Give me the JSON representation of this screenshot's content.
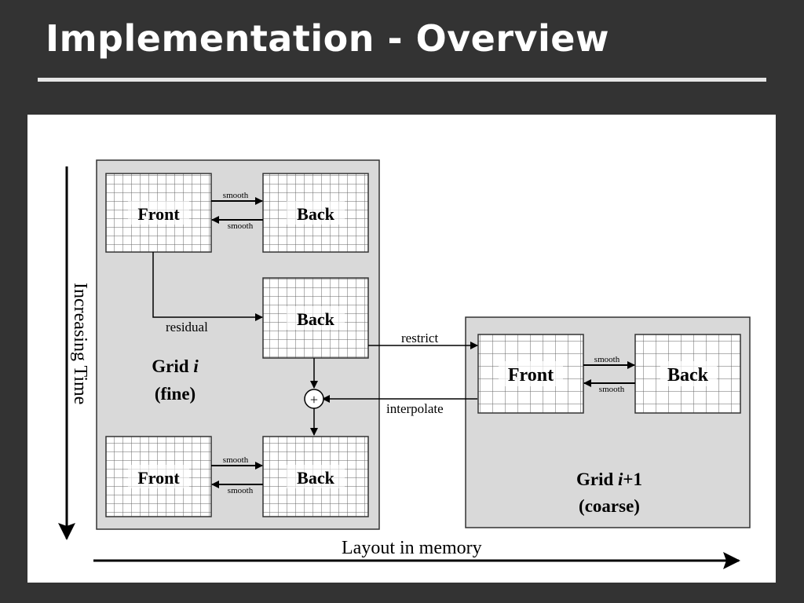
{
  "slide": {
    "title": "Implementation - Overview"
  },
  "diagram": {
    "fine_grid": {
      "label_name": "Grid ",
      "label_index": "i",
      "label_kind": "(fine)"
    },
    "coarse_grid": {
      "label_name": "Grid ",
      "label_index": "i",
      "label_suffix": "+1",
      "label_kind": "(coarse)"
    },
    "buffers": {
      "fine_top_front": "Front",
      "fine_top_back": "Back",
      "fine_mid_back": "Back",
      "fine_bottom_front": "Front",
      "fine_bottom_back": "Back",
      "coarse_front": "Front",
      "coarse_back": "Back"
    },
    "edges": {
      "smooth": "smooth",
      "residual": "residual",
      "restrict": "restrict",
      "interpolate": "interpolate",
      "sum_symbol": "+"
    },
    "axes": {
      "time_label": "Increasing Time",
      "memory_label": "Layout in memory"
    }
  }
}
